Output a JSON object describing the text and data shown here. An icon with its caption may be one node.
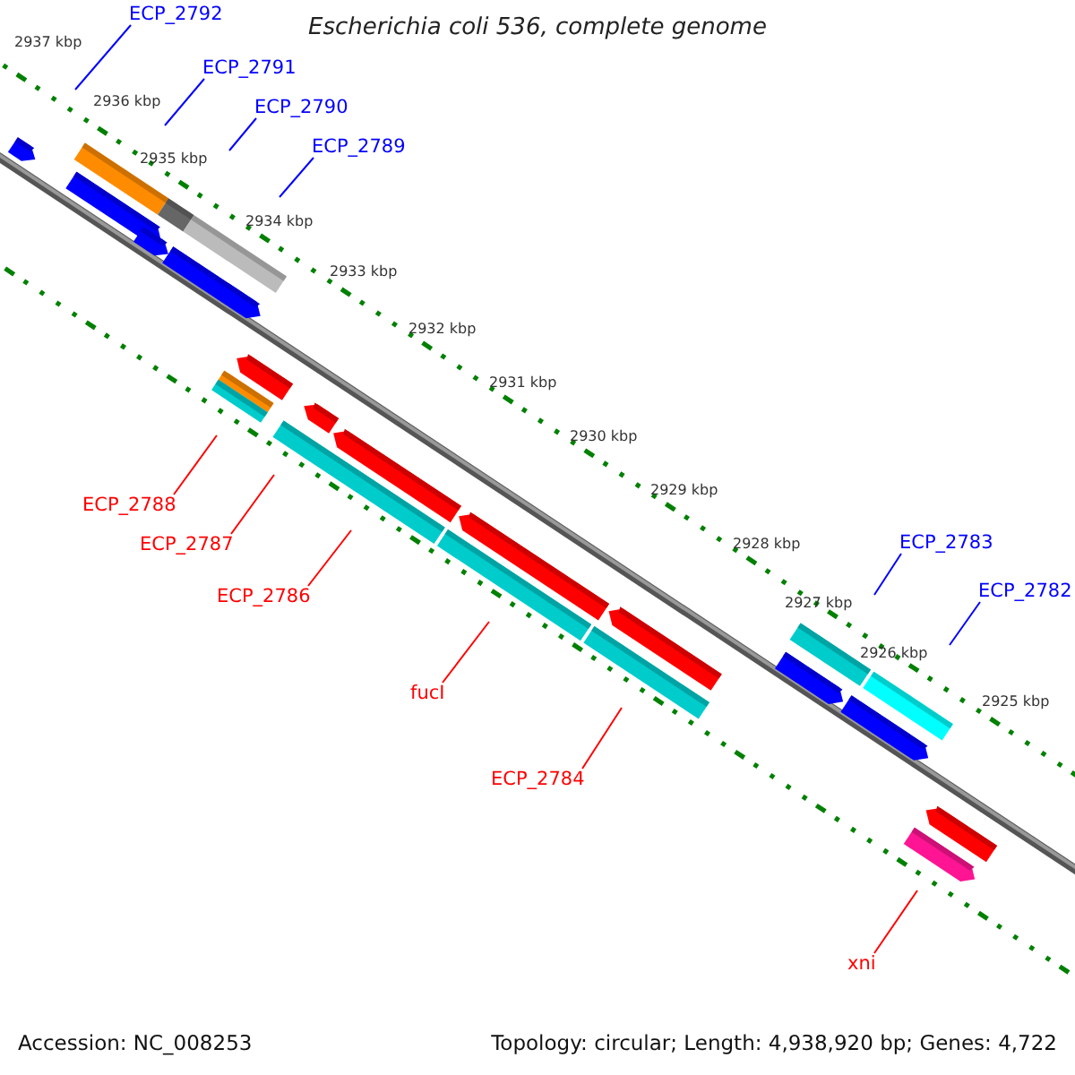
{
  "diagram": {
    "title": "Escherichia coli 536, complete genome",
    "nodes": [
      {
        "text": [
          "ECP_2792"
        ]
      },
      {
        "text": [
          "ECP_2791"
        ]
      },
      {
        "text": [
          "ECP_2790"
        ]
      },
      {
        "text": [
          "ECP_2789"
        ]
      },
      {
        "text": [
          "ECP_2788"
        ]
      },
      {
        "text": [
          "ECP_2783"
        ]
      },
      {
        "text": [
          "ECP_2787"
        ]
      },
      {
        "text": [
          "ECP_2782"
        ]
      },
      {
        "text": [
          "ECP_2786"
        ]
      },
      {
        "text": [
          "fucI"
        ]
      },
      {
        "text": [
          "ECP_2784"
        ]
      },
      {
        "text": [
          "xni"
        ]
      }
    ],
    "edges": [
      {
        "from": 0,
        "to": null,
        "arrow": "none"
      },
      {
        "from": 1,
        "to": null,
        "arrow": "none"
      },
      {
        "from": 2,
        "to": null,
        "arrow": "none"
      },
      {
        "from": 3,
        "to": null,
        "arrow": "none"
      },
      {
        "from": 4,
        "to": null,
        "arrow": "none",
        "color": "#ff0000"
      },
      {
        "from": 5,
        "to": null,
        "arrow": "none"
      },
      {
        "from": 6,
        "to": null,
        "arrow": "none",
        "color": "#ff0000"
      },
      {
        "from": 7,
        "to": null,
        "arrow": "none"
      },
      {
        "from": 8,
        "to": null,
        "arrow": "none",
        "color": "#ff0000"
      },
      {
        "from": 9,
        "to": null,
        "arrow": "none",
        "color": "#ff0000"
      },
      {
        "from": 10,
        "to": null,
        "arrow": "none",
        "color": "#ff0000"
      },
      {
        "from": 11,
        "to": null,
        "arrow": "none",
        "color": "#ff0000"
      }
    ],
    "labels": [
      "2937 kbp",
      "2936 kbp",
      "2935 kbp",
      "2934 kbp",
      "2933 kbp",
      "2932 kbp",
      "2931 kbp",
      "2930 kbp",
      "2929 kbp",
      "2928 kbp",
      "2927 kbp",
      "2926 kbp",
      "2925 kbp",
      "Accession: NC_008253",
      "Topology: circular; Length: 4,938,920 bp; Genes: 4,722"
    ]
  }
}
